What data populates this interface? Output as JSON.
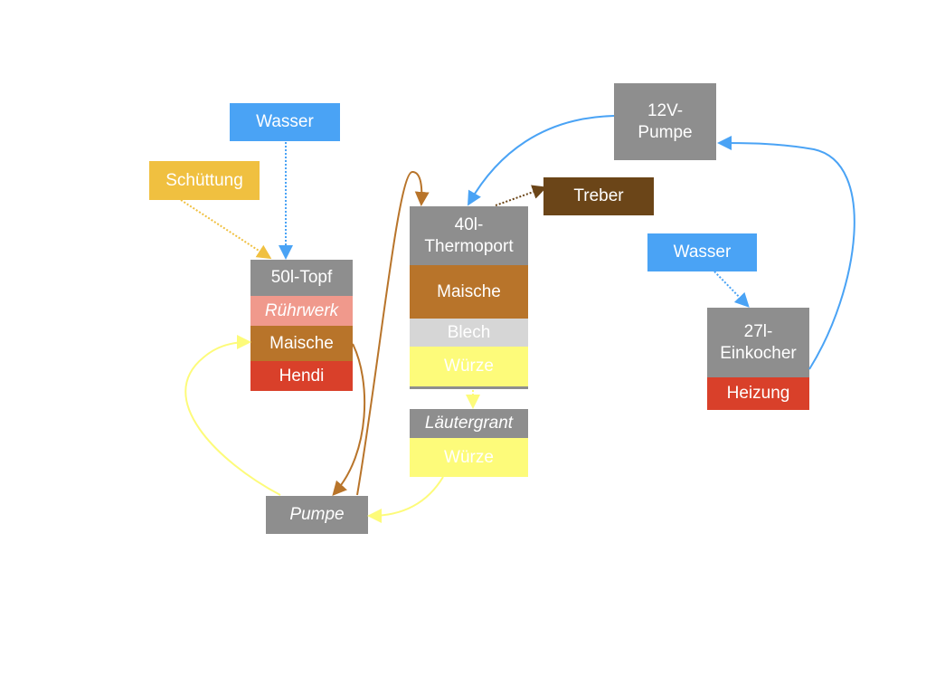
{
  "colors": {
    "blue": "#4aa3f5",
    "gray": "#8e8e8e",
    "yellow": "#fdfb7a",
    "brown": "#b8742a",
    "red": "#d9402a",
    "pink": "#f0998c",
    "orange": "#f0c040",
    "dark": "#6b4518",
    "light": "#d6d6d6"
  },
  "nodes": {
    "wasser1": "Wasser",
    "schuettung": "Schüttung",
    "topf": {
      "title": "50l-Topf",
      "ruehrwerk": "Rührwerk",
      "maische": "Maische",
      "hendi": "Hendi"
    },
    "pumpe": "Pumpe",
    "thermoport": {
      "title1": "40l-",
      "title2": "Thermoport",
      "maische": "Maische",
      "blech": "Blech",
      "wuerze": "Würze"
    },
    "laeutergrant": {
      "title": "Läutergrant",
      "wuerze": "Würze"
    },
    "treber": "Treber",
    "pumpe12": {
      "l1": "12V-",
      "l2": "Pumpe"
    },
    "wasser2": "Wasser",
    "einkocher": {
      "l1": "27l-",
      "l2": "Einkocher",
      "heizung": "Heizung"
    }
  }
}
